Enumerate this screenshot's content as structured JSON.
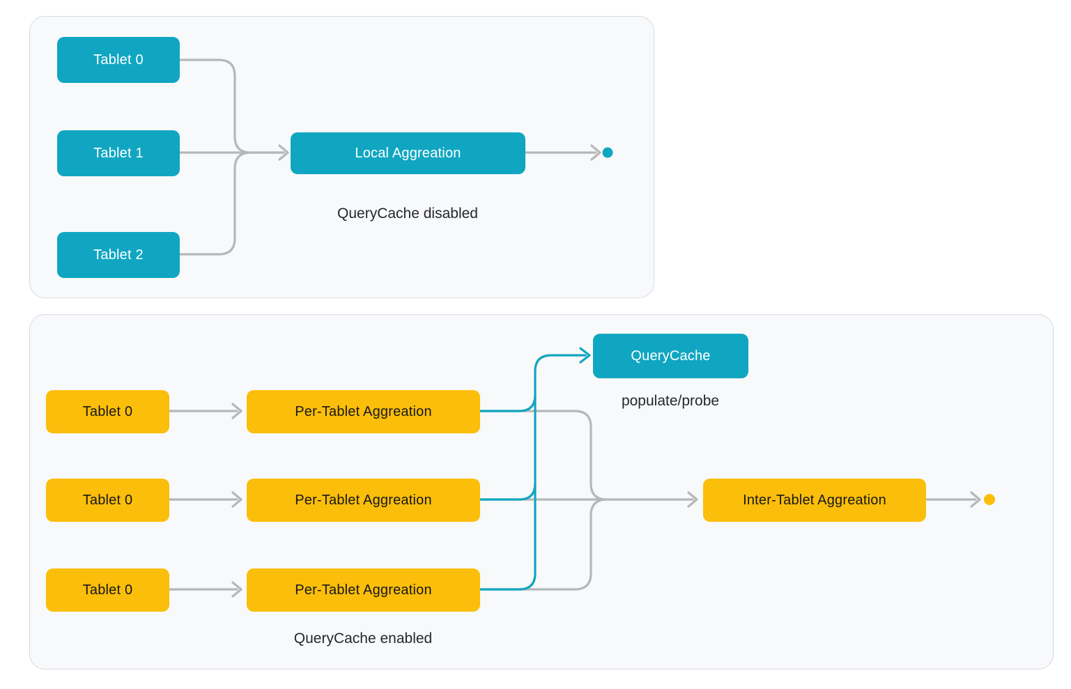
{
  "colors": {
    "teal": "#10a6c2",
    "yellow": "#fbbe0a",
    "connector_gray": "#b5b7b9",
    "panel_background": "#f8f9fa",
    "panel_border": "#d7dae2",
    "dark_text": "#17181a",
    "white_text": "#ffffff"
  },
  "top_panel": {
    "caption": "QueryCache disabled",
    "nodes": {
      "tablet0": "Tablet 0",
      "tablet1": "Tablet 1",
      "tablet2": "Tablet 2",
      "local_aggregation": "Local Aggreation"
    }
  },
  "bottom_panel": {
    "caption": "QueryCache enabled",
    "annotation": "populate/probe",
    "nodes": {
      "tablet_a": "Tablet 0",
      "tablet_b": "Tablet 0",
      "tablet_c": "Tablet 0",
      "per_tablet_a": "Per-Tablet Aggreation",
      "per_tablet_b": "Per-Tablet Aggreation",
      "per_tablet_c": "Per-Tablet Aggreation",
      "querycache": "QueryCache",
      "inter_tablet_aggregation": "Inter-Tablet Aggreation"
    }
  }
}
